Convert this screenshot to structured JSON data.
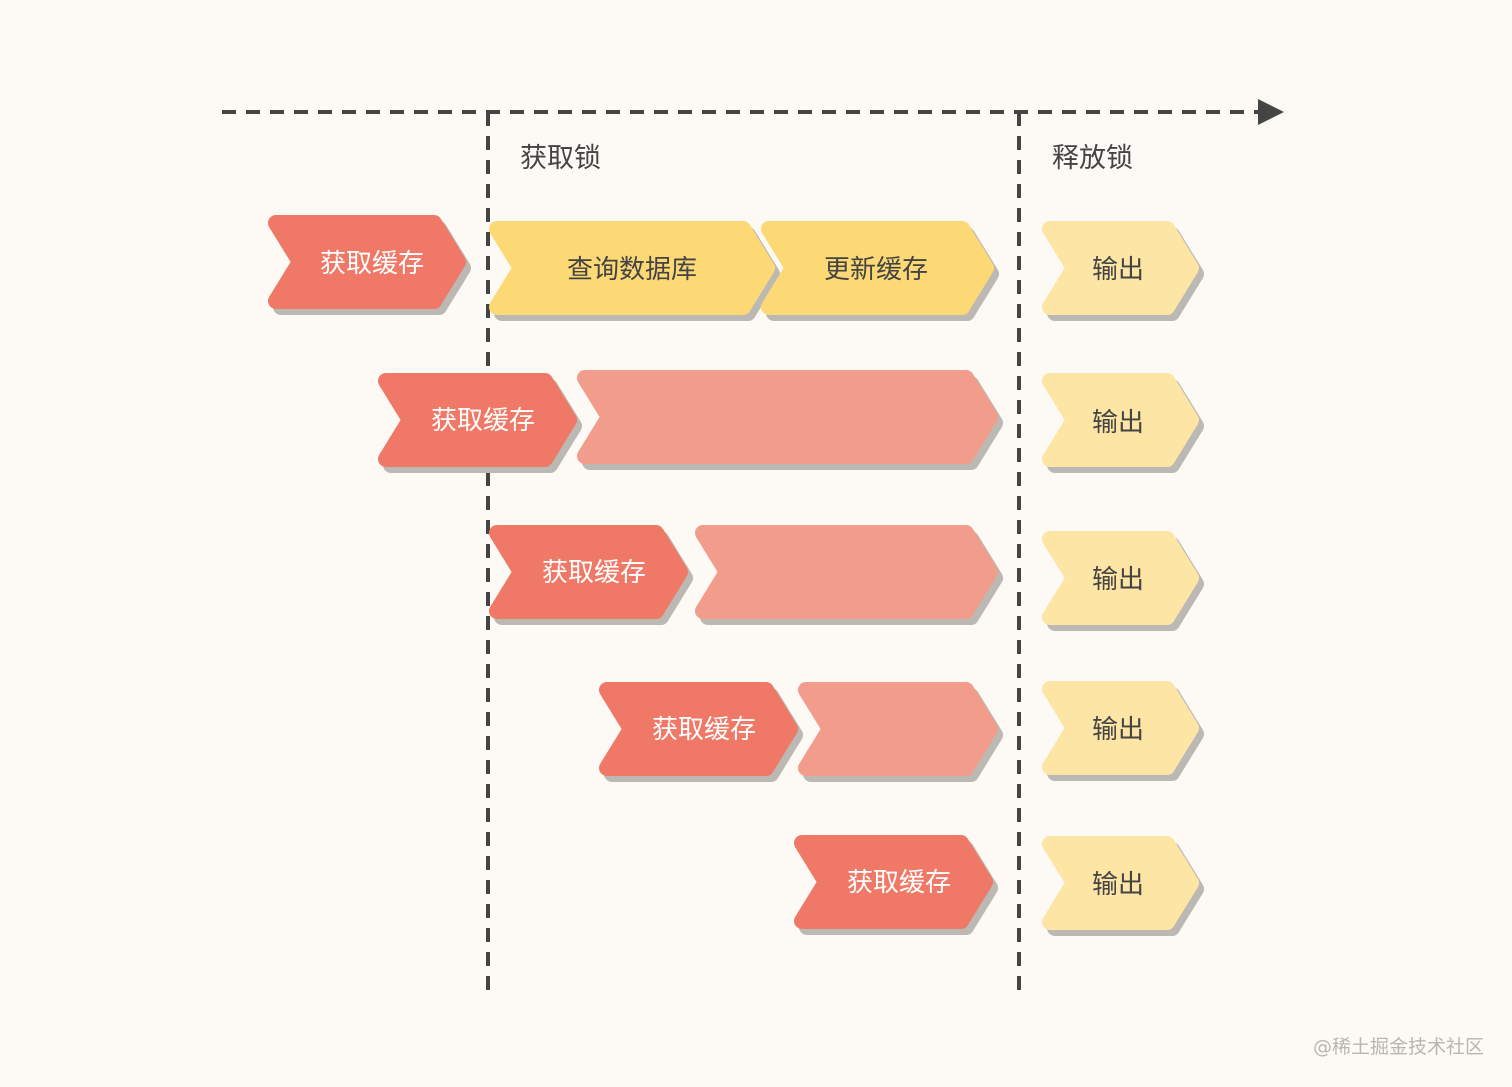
{
  "phases": {
    "acquire_lock": "获取锁",
    "release_lock": "释放锁"
  },
  "rows": [
    {
      "get_cache": "获取缓存",
      "steps": [
        "查询数据库",
        "更新缓存"
      ],
      "output": "输出"
    },
    {
      "get_cache": "获取缓存",
      "steps": [],
      "output": "输出"
    },
    {
      "get_cache": "获取缓存",
      "steps": [],
      "output": "输出"
    },
    {
      "get_cache": "获取缓存",
      "steps": [],
      "output": "输出"
    },
    {
      "get_cache": "获取缓存",
      "steps": [],
      "output": "输出"
    }
  ],
  "watermark": "@稀土掘金技术社区",
  "colors": {
    "get_cache": "#ef7966",
    "db_step": "#fdd975",
    "wait": "#f29d8b",
    "output": "#fde5a5",
    "shadow": "#bcb8b4",
    "timeline": "#444444",
    "background": "#fdfaf6"
  }
}
